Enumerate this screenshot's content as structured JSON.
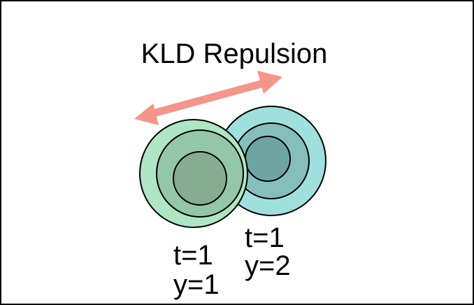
{
  "title": "KLD Repulsion",
  "arrow_color": "#f4958a",
  "distributions": [
    {
      "t_label": "t=1",
      "y_label": "y=2",
      "ring_colors": [
        "#9fe0df",
        "#85bfbd",
        "#6ea5a2"
      ]
    },
    {
      "t_label": "t=1",
      "y_label": "y=1",
      "ring_colors": [
        "#aee6c4",
        "#94c7a8",
        "#86ad91"
      ]
    }
  ]
}
